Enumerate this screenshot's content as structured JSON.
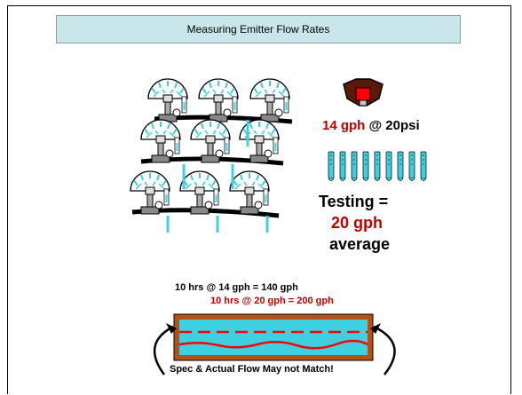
{
  "slide": {
    "title": "Measuring Emitter Flow Rates",
    "spec": {
      "value": "14 gph",
      "rest": " @ 20psi"
    },
    "testing": {
      "line1": "Testing =",
      "line2": "20 gph",
      "line3": "average"
    },
    "calc": {
      "line1": "10 hrs @ 14 gph = 140 gph",
      "line2": "10 hrs @ 20 gph = 200 gph"
    },
    "footer_note": "Spec & Actual Flow May not Match!"
  },
  "colors": {
    "title_bg": "#c9e7ea",
    "accent_red": "#c00000",
    "water": "#3fd0e0",
    "pipe": "#000000",
    "trough_border": "#b0521a"
  },
  "icons": [
    "sprinkler-icon",
    "collection-tube-icon",
    "emitter-nozzle-icon",
    "curved-arrow-icon"
  ]
}
